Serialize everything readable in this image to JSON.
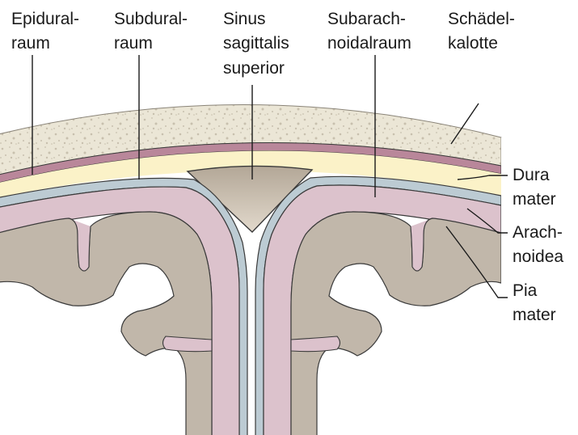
{
  "labels": {
    "epidural": [
      "Epidural-",
      "raum"
    ],
    "subdural": [
      "Subdural-",
      "raum"
    ],
    "sinus": [
      "Sinus",
      "sagittalis",
      "superior"
    ],
    "subarachnoidal": [
      "Subarach-",
      "noidalraum"
    ],
    "schaedel": [
      "Schädel-",
      "kalotte"
    ],
    "dura": [
      "Dura",
      "mater"
    ],
    "arachnoidea": [
      "Arach-",
      "noidea"
    ],
    "pia": [
      "Pia",
      "mater"
    ]
  },
  "colors": {
    "bone": "#ebe6d6",
    "bone_dots": "#c8c0ae",
    "dura": "#b9879a",
    "epidural": "#fbf2c8",
    "arachnoid": "#bccbd3",
    "pia": "#dcc2cc",
    "brain": "#c1b7aa",
    "sinus": "#b7ab9b",
    "outline": "#3a3a3a"
  }
}
